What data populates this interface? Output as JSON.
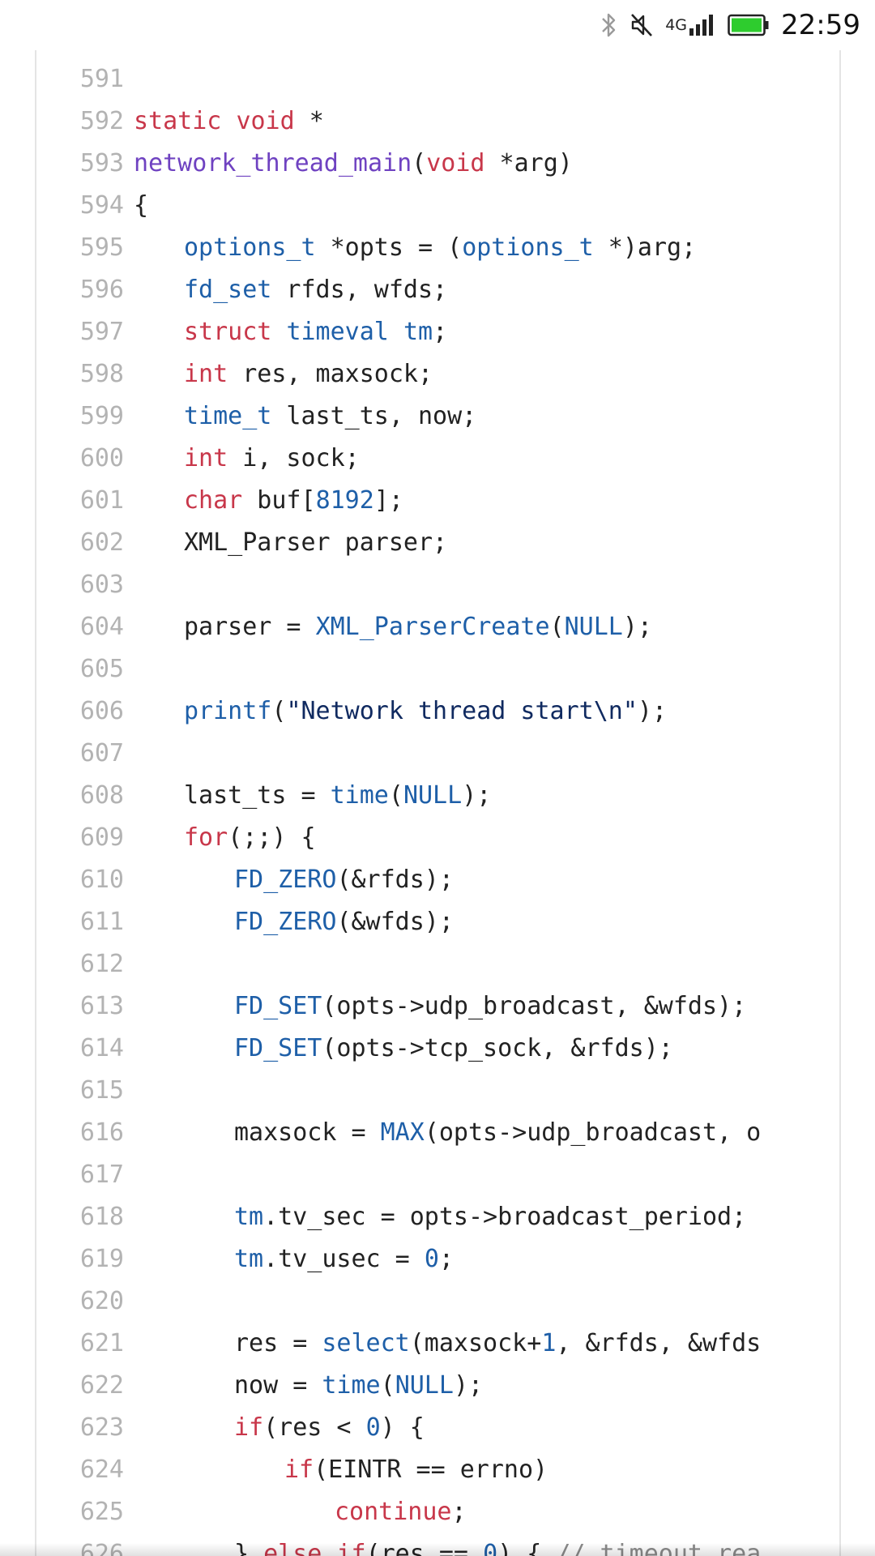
{
  "status_bar": {
    "time": "22:59",
    "network": "4G",
    "icons": [
      "bluetooth-icon",
      "mute-icon",
      "signal-icon",
      "battery-icon"
    ],
    "battery_color": "#2ecc2e"
  },
  "colors": {
    "keyword": "#c8374a",
    "type": "#1e5fa8",
    "function": "#1e5fa8",
    "number": "#1e5fa8",
    "definition": "#6f42c1",
    "string": "#102a60",
    "comment": "#8a8a8a",
    "plain": "#222222",
    "line_number": "#b3b3b3"
  },
  "code": {
    "lines": [
      {
        "n": "591",
        "indent": 0,
        "tokens": []
      },
      {
        "n": "592",
        "indent": 0,
        "tokens": [
          [
            "kw",
            "static"
          ],
          [
            "pl",
            " "
          ],
          [
            "kw",
            "void"
          ],
          [
            "pl",
            " *"
          ]
        ]
      },
      {
        "n": "593",
        "indent": 0,
        "tokens": [
          [
            "def",
            "network_thread_main"
          ],
          [
            "pl",
            "("
          ],
          [
            "kw",
            "void"
          ],
          [
            "pl",
            " *arg)"
          ]
        ]
      },
      {
        "n": "594",
        "indent": 0,
        "tokens": [
          [
            "pl",
            "{"
          ]
        ]
      },
      {
        "n": "595",
        "indent": 1,
        "tokens": [
          [
            "ty",
            "options_t"
          ],
          [
            "pl",
            " *opts = ("
          ],
          [
            "ty",
            "options_t"
          ],
          [
            "pl",
            " *)arg;"
          ]
        ]
      },
      {
        "n": "596",
        "indent": 1,
        "tokens": [
          [
            "ty",
            "fd_set"
          ],
          [
            "pl",
            " rfds, wfds;"
          ]
        ]
      },
      {
        "n": "597",
        "indent": 1,
        "tokens": [
          [
            "kw",
            "struct"
          ],
          [
            "pl",
            " "
          ],
          [
            "ty",
            "timeval"
          ],
          [
            "pl",
            " "
          ],
          [
            "ty",
            "tm"
          ],
          [
            "pl",
            ";"
          ]
        ]
      },
      {
        "n": "598",
        "indent": 1,
        "tokens": [
          [
            "kw",
            "int"
          ],
          [
            "pl",
            " res, maxsock;"
          ]
        ]
      },
      {
        "n": "599",
        "indent": 1,
        "tokens": [
          [
            "ty",
            "time_t"
          ],
          [
            "pl",
            " last_ts, now;"
          ]
        ]
      },
      {
        "n": "600",
        "indent": 1,
        "tokens": [
          [
            "kw",
            "int"
          ],
          [
            "pl",
            " i, sock;"
          ]
        ]
      },
      {
        "n": "601",
        "indent": 1,
        "tokens": [
          [
            "kw",
            "char"
          ],
          [
            "pl",
            " buf["
          ],
          [
            "num",
            "8192"
          ],
          [
            "pl",
            "];"
          ]
        ]
      },
      {
        "n": "602",
        "indent": 1,
        "tokens": [
          [
            "pl",
            "XML_Parser parser;"
          ]
        ]
      },
      {
        "n": "603",
        "indent": 0,
        "tokens": []
      },
      {
        "n": "604",
        "indent": 1,
        "tokens": [
          [
            "pl",
            "parser = "
          ],
          [
            "fn",
            "XML_ParserCreate"
          ],
          [
            "pl",
            "("
          ],
          [
            "ty",
            "NULL"
          ],
          [
            "pl",
            ");"
          ]
        ]
      },
      {
        "n": "605",
        "indent": 0,
        "tokens": []
      },
      {
        "n": "606",
        "indent": 1,
        "tokens": [
          [
            "fn",
            "printf"
          ],
          [
            "pl",
            "("
          ],
          [
            "str",
            "\"Network thread start\\n\""
          ],
          [
            "pl",
            ");"
          ]
        ]
      },
      {
        "n": "607",
        "indent": 0,
        "tokens": []
      },
      {
        "n": "608",
        "indent": 1,
        "tokens": [
          [
            "pl",
            "last_ts = "
          ],
          [
            "fn",
            "time"
          ],
          [
            "pl",
            "("
          ],
          [
            "ty",
            "NULL"
          ],
          [
            "pl",
            ");"
          ]
        ]
      },
      {
        "n": "609",
        "indent": 1,
        "tokens": [
          [
            "kw",
            "for"
          ],
          [
            "pl",
            "(;;) {"
          ]
        ]
      },
      {
        "n": "610",
        "indent": 2,
        "tokens": [
          [
            "fn",
            "FD_ZERO"
          ],
          [
            "pl",
            "(&rfds);"
          ]
        ]
      },
      {
        "n": "611",
        "indent": 2,
        "tokens": [
          [
            "fn",
            "FD_ZERO"
          ],
          [
            "pl",
            "(&wfds);"
          ]
        ]
      },
      {
        "n": "612",
        "indent": 0,
        "tokens": []
      },
      {
        "n": "613",
        "indent": 2,
        "tokens": [
          [
            "fn",
            "FD_SET"
          ],
          [
            "pl",
            "(opts->udp_broadcast, &wfds);"
          ]
        ]
      },
      {
        "n": "614",
        "indent": 2,
        "tokens": [
          [
            "fn",
            "FD_SET"
          ],
          [
            "pl",
            "(opts->tcp_sock, &rfds);"
          ]
        ]
      },
      {
        "n": "615",
        "indent": 0,
        "tokens": []
      },
      {
        "n": "616",
        "indent": 2,
        "tokens": [
          [
            "pl",
            "maxsock = "
          ],
          [
            "fn",
            "MAX"
          ],
          [
            "pl",
            "(opts->udp_broadcast, o"
          ]
        ]
      },
      {
        "n": "617",
        "indent": 0,
        "tokens": []
      },
      {
        "n": "618",
        "indent": 2,
        "tokens": [
          [
            "ty",
            "tm"
          ],
          [
            "pl",
            ".tv_sec = opts->broadcast_period;"
          ]
        ]
      },
      {
        "n": "619",
        "indent": 2,
        "tokens": [
          [
            "ty",
            "tm"
          ],
          [
            "pl",
            ".tv_usec = "
          ],
          [
            "num",
            "0"
          ],
          [
            "pl",
            ";"
          ]
        ]
      },
      {
        "n": "620",
        "indent": 0,
        "tokens": []
      },
      {
        "n": "621",
        "indent": 2,
        "tokens": [
          [
            "pl",
            "res = "
          ],
          [
            "fn",
            "select"
          ],
          [
            "pl",
            "(maxsock+"
          ],
          [
            "num",
            "1"
          ],
          [
            "pl",
            ", &rfds, &wfds"
          ]
        ]
      },
      {
        "n": "622",
        "indent": 2,
        "tokens": [
          [
            "pl",
            "now = "
          ],
          [
            "fn",
            "time"
          ],
          [
            "pl",
            "("
          ],
          [
            "ty",
            "NULL"
          ],
          [
            "pl",
            ");"
          ]
        ]
      },
      {
        "n": "623",
        "indent": 2,
        "tokens": [
          [
            "kw",
            "if"
          ],
          [
            "pl",
            "(res < "
          ],
          [
            "num",
            "0"
          ],
          [
            "pl",
            ") {"
          ]
        ]
      },
      {
        "n": "624",
        "indent": 3,
        "tokens": [
          [
            "kw",
            "if"
          ],
          [
            "pl",
            "(EINTR == errno)"
          ]
        ]
      },
      {
        "n": "625",
        "indent": 4,
        "tokens": [
          [
            "kw",
            "continue"
          ],
          [
            "pl",
            ";"
          ]
        ]
      },
      {
        "n": "626",
        "indent": 2,
        "tokens": [
          [
            "pl",
            "} "
          ],
          [
            "kw",
            "else"
          ],
          [
            "pl",
            " "
          ],
          [
            "kw",
            "if"
          ],
          [
            "pl",
            "(res == "
          ],
          [
            "num",
            "0"
          ],
          [
            "pl",
            ") { "
          ],
          [
            "cm",
            "// timeout rea"
          ]
        ]
      }
    ]
  }
}
